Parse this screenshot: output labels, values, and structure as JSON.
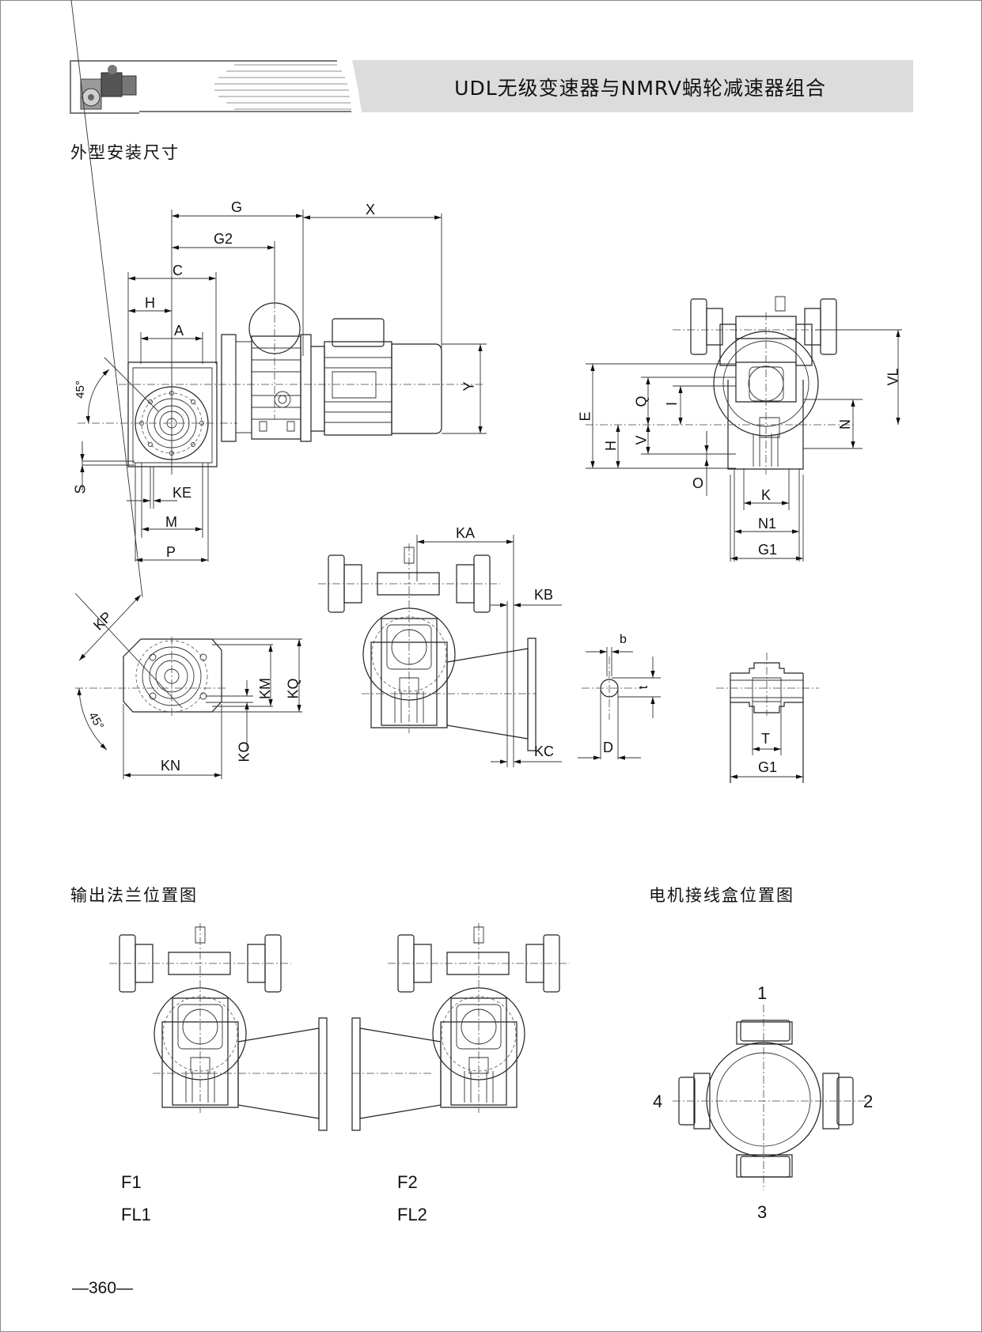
{
  "header": {
    "title": "UDL无级变速器与NMRV蜗轮减速器组合",
    "thumbnail_icon": "gear-motor-photo-icon"
  },
  "sections": {
    "dimensions_title": "外型安装尺寸",
    "flange_position_title": "输出法兰位置图",
    "terminal_box_title": "电机接线盒位置图"
  },
  "dimension_labels": {
    "side_view": [
      "G",
      "X",
      "G2",
      "C",
      "H",
      "A",
      "Y",
      "45°",
      "S",
      "KE",
      "M",
      "P"
    ],
    "end_view": [
      "E",
      "Q",
      "I",
      "H",
      "V",
      "O",
      "VL",
      "N",
      "K",
      "N1",
      "G1"
    ],
    "flange_view": [
      "KP",
      "KM",
      "KQ",
      "45°",
      "KO",
      "KN"
    ],
    "flange_side_view": [
      "KA",
      "KB",
      "KC"
    ],
    "shaft_key": [
      "b",
      "t",
      "D"
    ],
    "hollow_shaft": [
      "T",
      "G1"
    ]
  },
  "labels": {
    "G": "G",
    "X": "X",
    "G2": "G2",
    "C": "C",
    "H": "H",
    "A": "A",
    "Y": "Y",
    "angle": "45°",
    "S": "S",
    "KE": "KE",
    "M": "M",
    "P": "P",
    "E": "E",
    "Q": "Q",
    "I": "I",
    "V": "V",
    "O": "O",
    "VL": "VL",
    "N": "N",
    "K": "K",
    "N1": "N1",
    "G1": "G1",
    "KP": "KP",
    "KM": "KM",
    "KQ": "KQ",
    "KO": "KO",
    "KN": "KN",
    "KA": "KA",
    "KB": "KB",
    "KC": "KC",
    "b": "b",
    "t": "t",
    "D": "D",
    "T": "T"
  },
  "flange_positions": [
    {
      "code": "F1",
      "alt_code": "FL1"
    },
    {
      "code": "F2",
      "alt_code": "FL2"
    }
  ],
  "terminal_box_positions": [
    "1",
    "2",
    "3",
    "4"
  ],
  "page_number": "—360—"
}
